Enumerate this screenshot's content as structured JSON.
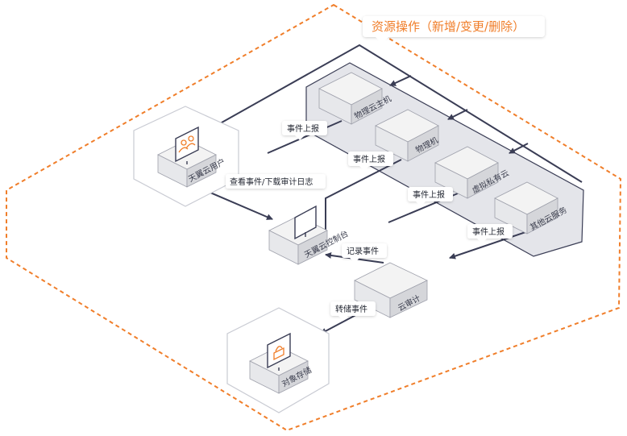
{
  "title": "资源操作（新增/变更/删除）",
  "nodes": {
    "tianyi_user": "天翼云用户",
    "console": "天翼云控制台",
    "cloud_audit": "云审计",
    "object_storage": "对象存储",
    "physical_host": "物理云主机",
    "physical_machine": "物理机",
    "virtual_private_cloud": "虚拟私有云",
    "other_services": "其他云服务"
  },
  "edge_labels": {
    "report_1": "事件上报",
    "report_2": "事件上报",
    "report_3": "事件上报",
    "report_4": "事件上报",
    "view_download": "查看事件/下载审计日志",
    "record_event": "记录事件",
    "store_event": "转储事件"
  },
  "colors": {
    "accent": "#f07e2a",
    "line": "#3a3d55",
    "panel": "#e4e5ea",
    "box_top": "#f3f3f3",
    "box_side": "#d5d6da"
  },
  "icons": {
    "user": "users-icon",
    "console": "monitor-icon",
    "storage": "storage-icon"
  }
}
